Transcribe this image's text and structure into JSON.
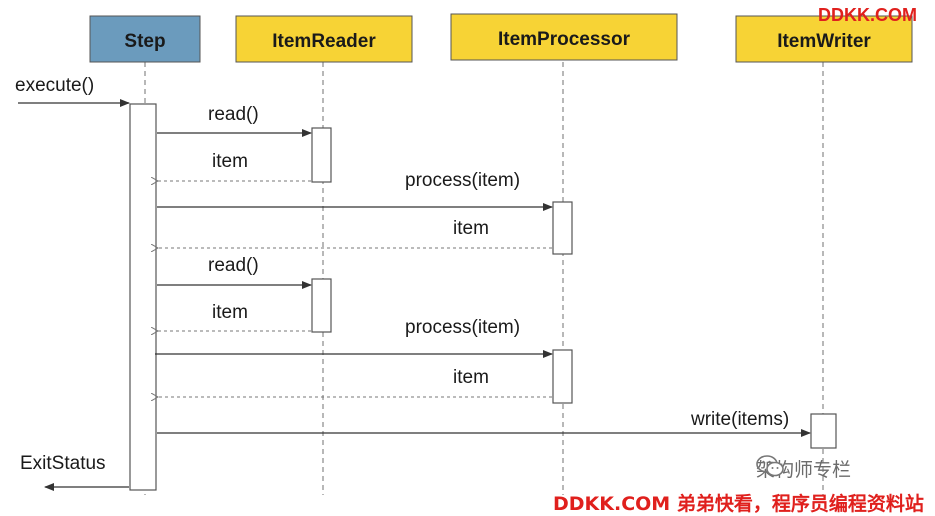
{
  "participants": [
    {
      "id": "step",
      "label": "Step",
      "fill": "#6b9bbd"
    },
    {
      "id": "reader",
      "label": "ItemReader",
      "fill": "#f7d335"
    },
    {
      "id": "processor",
      "label": "ItemProcessor",
      "fill": "#f7d335"
    },
    {
      "id": "writer",
      "label": "ItemWriter",
      "fill": "#f7d335"
    }
  ],
  "messages": [
    {
      "label": "execute()",
      "kind": "call"
    },
    {
      "label": "read()",
      "kind": "call"
    },
    {
      "label": "item",
      "kind": "return"
    },
    {
      "label": "process(item)",
      "kind": "call"
    },
    {
      "label": "item",
      "kind": "return"
    },
    {
      "label": "read()",
      "kind": "call"
    },
    {
      "label": "item",
      "kind": "return"
    },
    {
      "label": "process(item)",
      "kind": "call"
    },
    {
      "label": "item",
      "kind": "return"
    },
    {
      "label": "write(items)",
      "kind": "call"
    },
    {
      "label": "ExitStatus",
      "kind": "return"
    }
  ],
  "watermarks": {
    "top": "DDKK.COM",
    "bottom": "DDKK.COM 弟弟快看，程序员编程资料站",
    "wechat": "架构师专栏"
  },
  "colors": {
    "watermark": "#e0201d",
    "line": "#333333",
    "activation_border": "#555555"
  }
}
